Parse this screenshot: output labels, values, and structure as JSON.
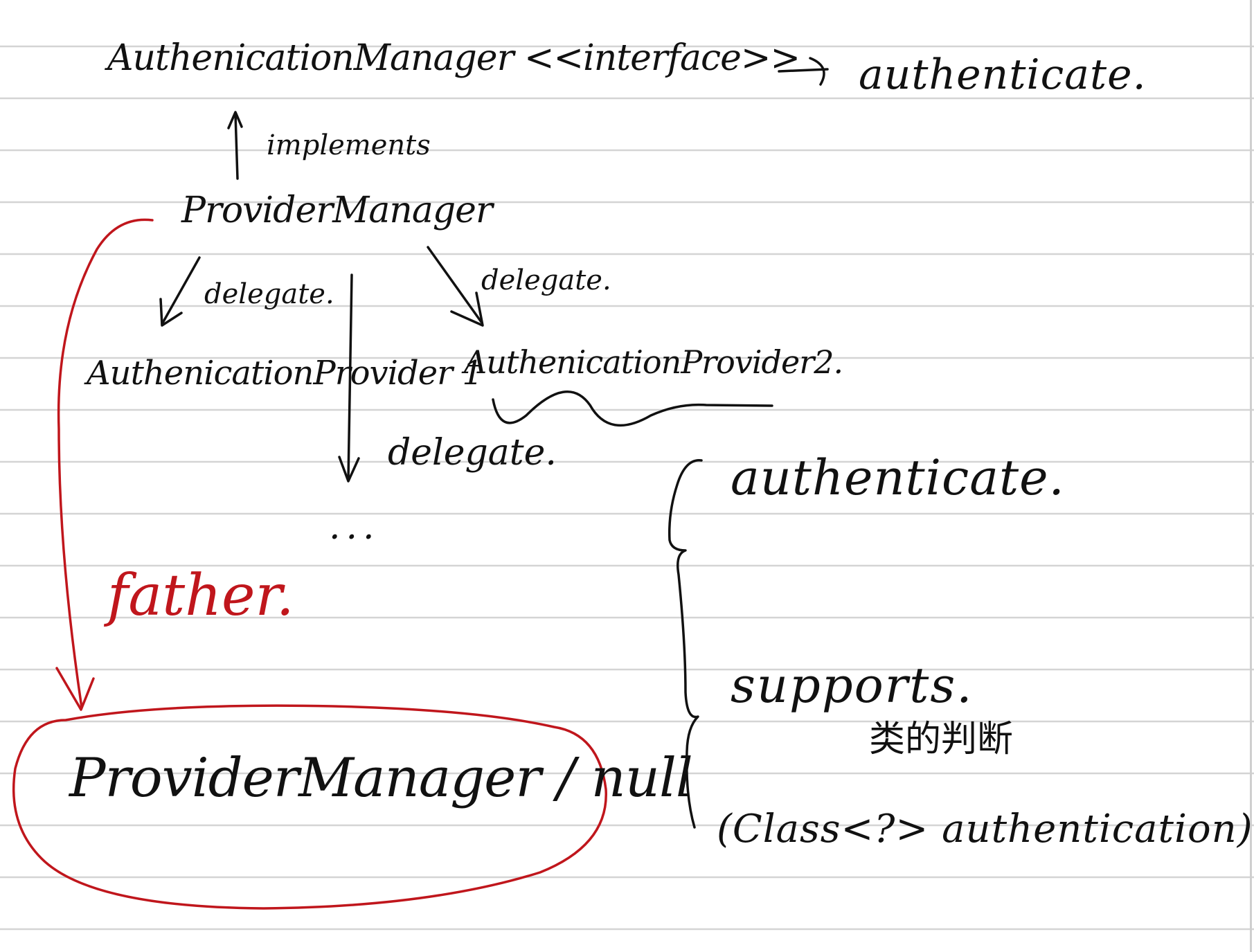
{
  "diagram": {
    "interface_node": "AuthenicationManager <<interface>>",
    "interface_method": "authenticate.",
    "implements_label": "implements",
    "implementation_node": "ProviderManager",
    "delegate_label_left": "delegate.",
    "delegate_label_right": "delegate.",
    "delegate_label_down": "delegate.",
    "provider_1": "AuthenicationProvider 1",
    "provider_2": "AuthenicationProvider2.",
    "ellipsis": "...",
    "father_label": "father.",
    "father_node": "ProviderManager / null",
    "provider_methods": {
      "authenticate": "authenticate.",
      "supports": "supports.",
      "supports_note": "类的判断",
      "supports_signature": "(Class<?> authentication)"
    }
  },
  "colors": {
    "ink": "#111111",
    "accent_red": "#c0161c",
    "ruled_line": "#d4d4d4"
  }
}
